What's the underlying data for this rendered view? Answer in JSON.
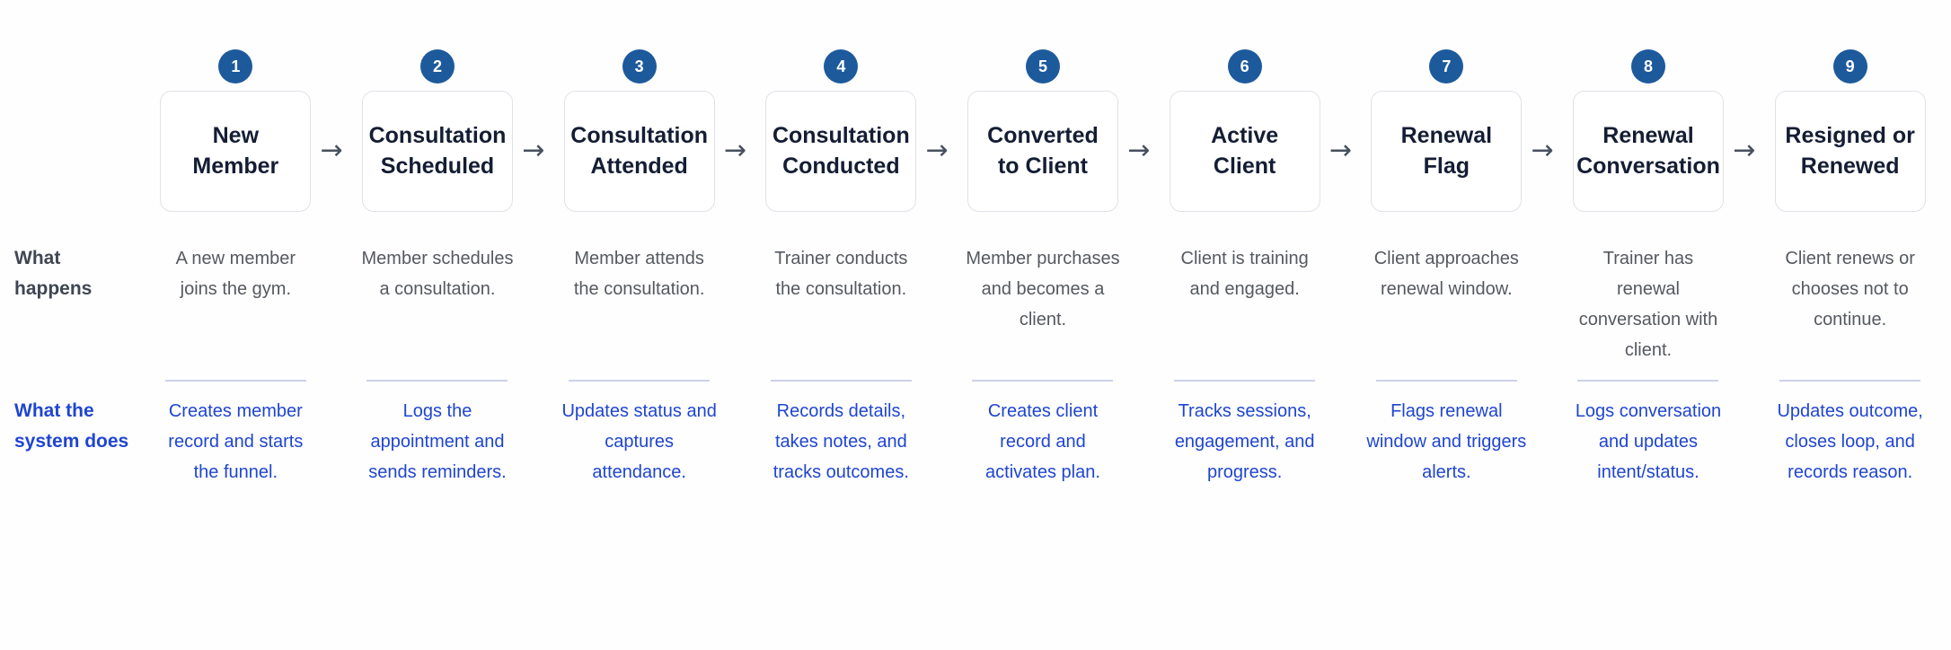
{
  "rows": {
    "happens_label": "What happens",
    "system_label": "What the\nsystem does"
  },
  "arrow_glyph": "→",
  "colors": {
    "badge_blue": "#1d5a9c",
    "node_title": "#141d33",
    "node_border": "#dfe2e8",
    "description_gray": "#55595f",
    "system_blue": "#1f45d0",
    "divider": "#ccd2e8",
    "background": "#fefefe"
  },
  "steps": [
    {
      "number": "1",
      "title": "New Member",
      "happens": "A new member joins the gym.",
      "system": "Creates member record and starts the funnel."
    },
    {
      "number": "2",
      "title": "Consultation Scheduled",
      "happens": "Member schedules a consultation.",
      "system": "Logs the appointment and sends reminders."
    },
    {
      "number": "3",
      "title": "Consultation Attended",
      "happens": "Member attends the consultation.",
      "system": "Updates status and captures attendance."
    },
    {
      "number": "4",
      "title": "Consultation Conducted",
      "happens": "Trainer conducts the consultation.",
      "system": "Records details, takes notes, and tracks outcomes."
    },
    {
      "number": "5",
      "title": "Converted to Client",
      "happens": "Member purchases and becomes a client.",
      "system": "Creates client record and activates plan."
    },
    {
      "number": "6",
      "title": "Active Client",
      "happens": "Client is training and engaged.",
      "system": "Tracks sessions, engagement, and progress."
    },
    {
      "number": "7",
      "title": "Renewal Flag",
      "happens": "Client approaches renewal window.",
      "system": "Flags renewal window and triggers alerts."
    },
    {
      "number": "8",
      "title": "Renewal Conversation",
      "happens": "Trainer has renewal conversation with client.",
      "system": "Logs conversation and updates intent/status."
    },
    {
      "number": "9",
      "title": "Resigned or Renewed",
      "happens": "Client renews or chooses not to continue.",
      "system": "Updates outcome, closes loop, and records reason."
    }
  ]
}
